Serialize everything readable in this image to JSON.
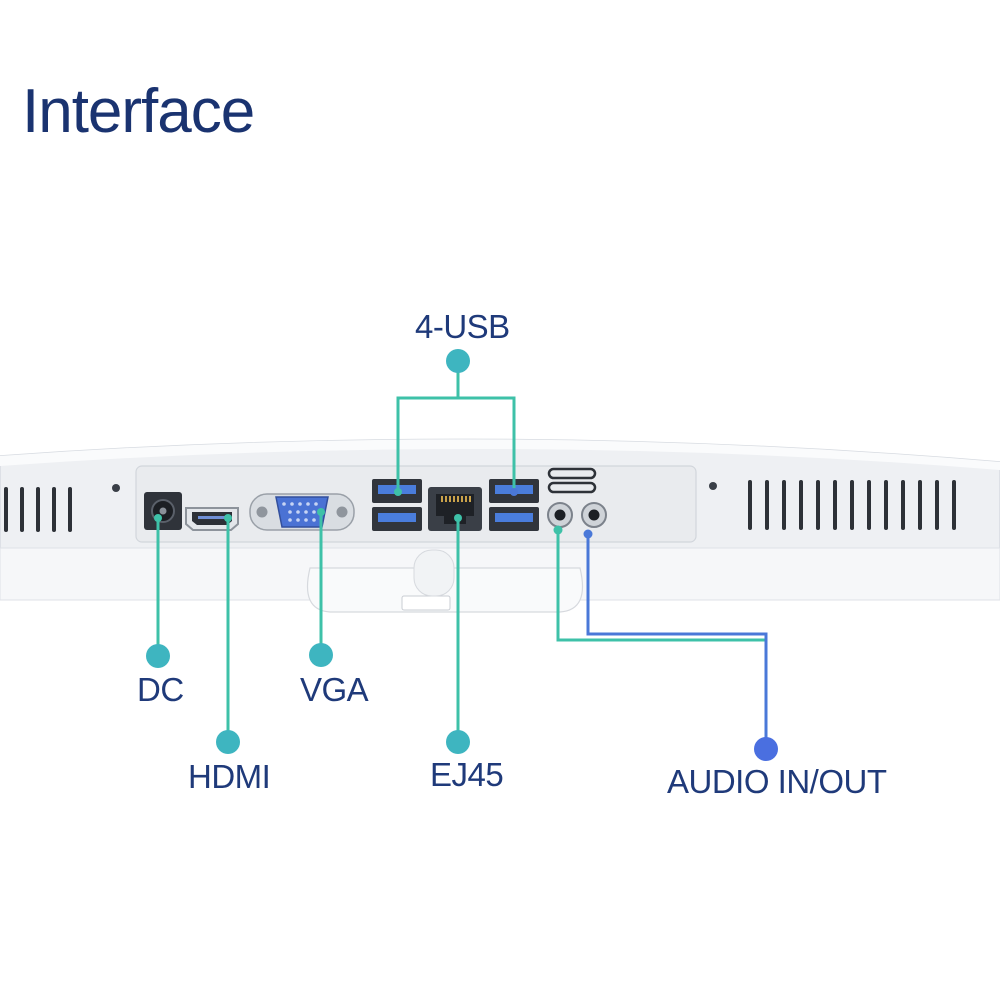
{
  "title": "Interface",
  "colors": {
    "title": "#1a3370",
    "label": "#1f3a7a",
    "line_teal": "#3ec1a8",
    "line_blue": "#4a78d8",
    "dot_teal": "#3eb5c0",
    "dot_blue": "#4a6fe0",
    "case_light": "#f4f5f7",
    "case_edge": "#dcdfe4",
    "panel": "#e9ebee",
    "port_dark": "#3a3f47"
  },
  "ports": {
    "usb": {
      "label": "4-USB",
      "icon": "usb-port-icon"
    },
    "dc": {
      "label": "DC",
      "icon": "dc-jack-icon"
    },
    "hdmi": {
      "label": "HDMI",
      "icon": "hdmi-port-icon"
    },
    "vga": {
      "label": "VGA",
      "icon": "vga-port-icon"
    },
    "rj45": {
      "label": "EJ45",
      "icon": "ethernet-port-icon"
    },
    "audio": {
      "label": "AUDIO IN/OUT",
      "icon": "audio-jack-icon"
    }
  }
}
